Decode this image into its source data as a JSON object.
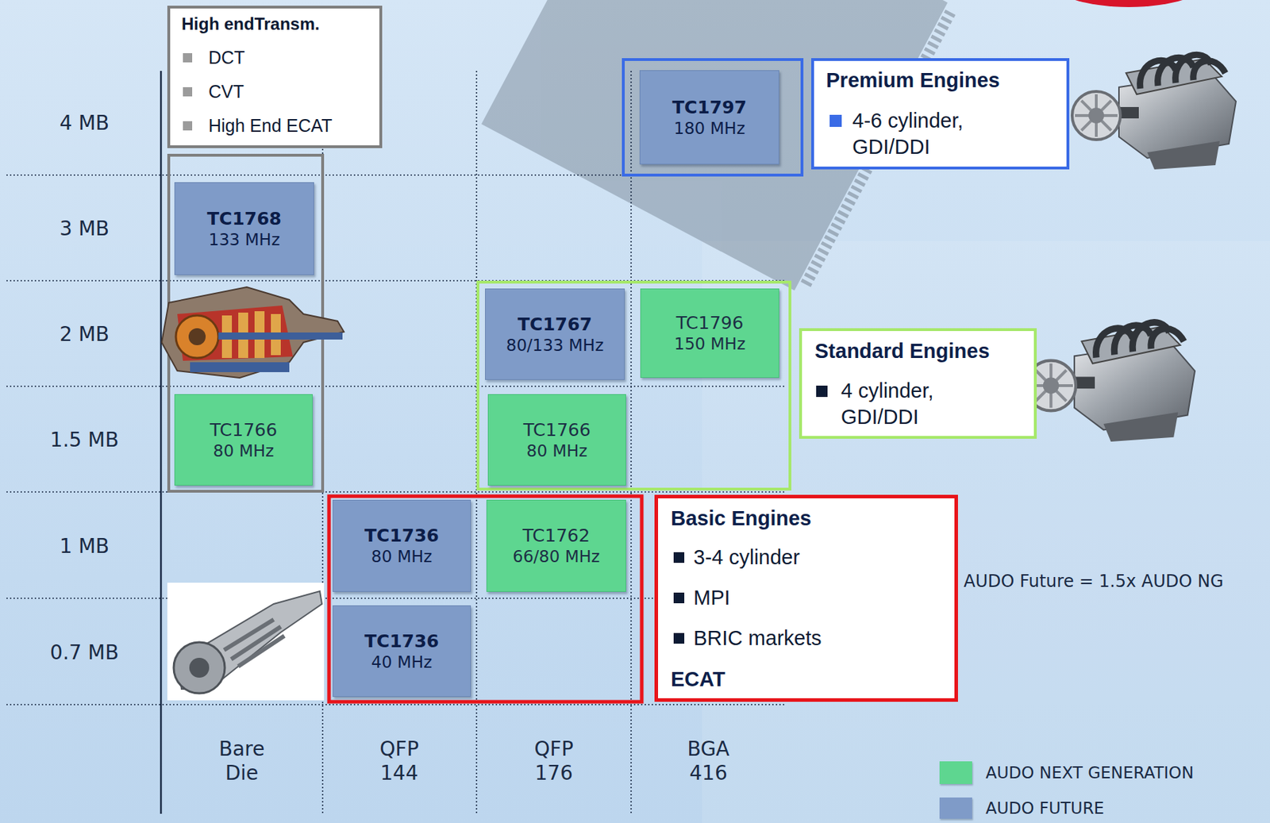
{
  "diagram": {
    "nodes": [
      {
        "text": [
          "High endTransm.",
          "DCT",
          "CVT",
          "High End ECAT"
        ]
      },
      {
        "text": [
          "TC1797",
          "180 MHz"
        ]
      },
      {
        "text": [
          "Premium Engines",
          "4-6 cylinder, GDI/DDI"
        ]
      },
      {
        "text": [
          "TC1768",
          "133 MHz"
        ]
      },
      {
        "text": [
          "TC1767",
          "80/133 MHz"
        ]
      },
      {
        "text": [
          "TC1796",
          "150 MHz"
        ]
      },
      {
        "text": [
          "Standard Engines",
          "4 cylinder, GDI/DDI"
        ]
      },
      {
        "text": [
          "TC1766",
          "80 MHz"
        ]
      },
      {
        "text": [
          "TC1766",
          "80 MHz"
        ]
      },
      {
        "text": [
          "TC1736",
          "80 MHz"
        ]
      },
      {
        "text": [
          "TC1762",
          "66/80 MHz"
        ]
      },
      {
        "text": [
          "Basic Engines",
          "3-4 cylinder",
          "MPI",
          "BRIC markets",
          "ECAT"
        ]
      },
      {
        "text": [
          "TC1736",
          "40 MHz"
        ]
      }
    ],
    "labels": [
      "4 MB",
      "3 MB",
      "2 MB",
      "1.5 MB",
      "1 MB",
      "0.7 MB",
      "Bare Die",
      "QFP 144",
      "QFP 176",
      "BGA 416",
      "AUDO Future = 1.5x AUDO NG"
    ],
    "legend": [
      {
        "text": "AUDO NEXT GENERATION",
        "color": "#5ed690"
      },
      {
        "text": "AUDO FUTURE",
        "color": "#7f9bc8"
      }
    ]
  }
}
